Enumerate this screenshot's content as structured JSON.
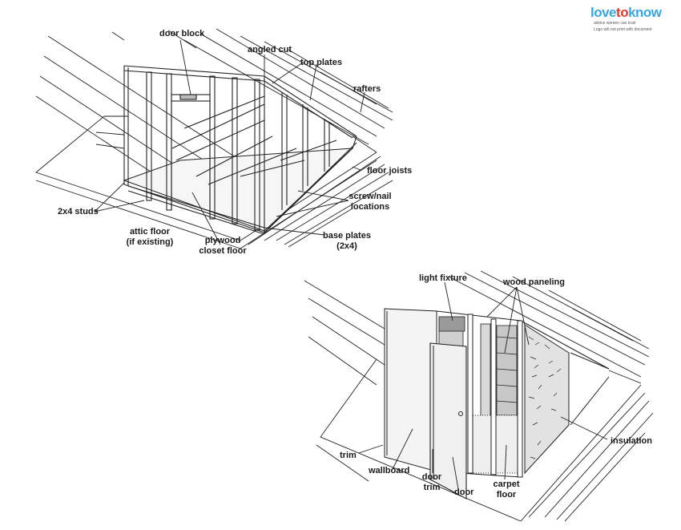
{
  "brand": {
    "logo_text": "lovetoknow",
    "tagline": "advice women can trust",
    "note": "Logo will not print with document",
    "colors": {
      "primary": "#3aa6dd",
      "accent": "#e4392b",
      "ink": "#1a1a1a"
    }
  },
  "top_diagram": {
    "labels": {
      "door_block": "door block",
      "angled_cut": "angled cut",
      "top_plates": "top plates",
      "rafters": "rafters",
      "floor_joists": "floor joists",
      "screw_nail_1": "screw/nail",
      "screw_nail_2": "locations",
      "studs": "2x4 studs",
      "attic_floor_1": "attic floor",
      "attic_floor_2": "(if existing)",
      "plywood_1": "plywood",
      "plywood_2": "closet floor",
      "base_plates_1": "base plates",
      "base_plates_2": "(2x4)"
    }
  },
  "bottom_diagram": {
    "labels": {
      "light_fixture": "light fixture",
      "wood_paneling": "wood paneling",
      "insulation": "insulation",
      "trim": "trim",
      "wallboard": "wallboard",
      "door_trim_1": "door",
      "door_trim_2": "trim",
      "door": "door",
      "carpet_1": "carpet",
      "carpet_2": "floor"
    }
  }
}
